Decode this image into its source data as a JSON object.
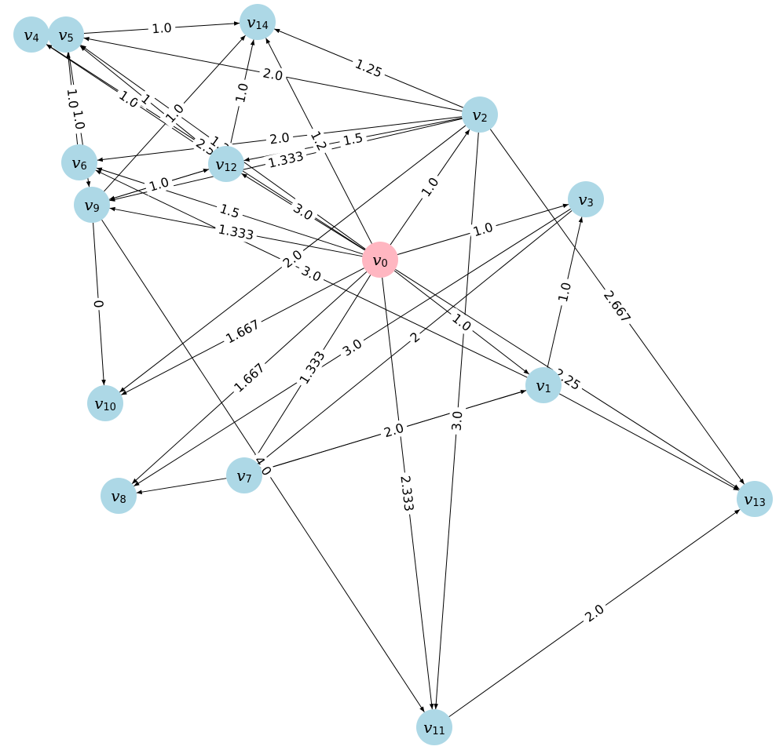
{
  "diagram": {
    "type": "directed-weighted-graph",
    "highlight_color": "#ffb6c1",
    "node_color": "#add8e6",
    "edge_color": "#000000",
    "nodes": [
      {
        "id": "v0",
        "label": "v",
        "sub": "0",
        "highlight": true
      },
      {
        "id": "v1",
        "label": "v",
        "sub": "1"
      },
      {
        "id": "v2",
        "label": "v",
        "sub": "2"
      },
      {
        "id": "v3",
        "label": "v",
        "sub": "3"
      },
      {
        "id": "v4",
        "label": "v",
        "sub": "4"
      },
      {
        "id": "v5",
        "label": "v",
        "sub": "5"
      },
      {
        "id": "v6",
        "label": "v",
        "sub": "6"
      },
      {
        "id": "v7",
        "label": "v",
        "sub": "7"
      },
      {
        "id": "v8",
        "label": "v",
        "sub": "8"
      },
      {
        "id": "v9",
        "label": "v",
        "sub": "9"
      },
      {
        "id": "v10",
        "label": "v",
        "sub": "10"
      },
      {
        "id": "v11",
        "label": "v",
        "sub": "11"
      },
      {
        "id": "v12",
        "label": "v",
        "sub": "12"
      },
      {
        "id": "v13",
        "label": "v",
        "sub": "13"
      },
      {
        "id": "v14",
        "label": "v",
        "sub": "14"
      }
    ],
    "edges": [
      {
        "from": "v0",
        "to": "v1",
        "weight": "1.0"
      },
      {
        "from": "v0",
        "to": "v2",
        "weight": "1.0"
      },
      {
        "from": "v0",
        "to": "v3",
        "weight": "1.0"
      },
      {
        "from": "v0",
        "to": "v4",
        "weight": "2.5"
      },
      {
        "from": "v0",
        "to": "v5",
        "weight": "1.25"
      },
      {
        "from": "v0",
        "to": "v6",
        "weight": "1.5"
      },
      {
        "from": "v0",
        "to": "v7",
        "weight": "1.333"
      },
      {
        "from": "v0",
        "to": "v8",
        "weight": "1.667"
      },
      {
        "from": "v0",
        "to": "v9",
        "weight": "1.333"
      },
      {
        "from": "v0",
        "to": "v10",
        "weight": "1.667"
      },
      {
        "from": "v0",
        "to": "v11",
        "weight": "2.333"
      },
      {
        "from": "v0",
        "to": "v12",
        "weight": "3.0"
      },
      {
        "from": "v0",
        "to": "v13",
        "weight": "2.25"
      },
      {
        "from": "v0",
        "to": "v14",
        "weight": "1.2"
      },
      {
        "from": "v1",
        "to": "v3",
        "weight": "1.0"
      },
      {
        "from": "v1",
        "to": "v7",
        "weight": "1.5"
      },
      {
        "from": "v1",
        "to": "v13",
        "weight": ""
      },
      {
        "from": "v1",
        "to": "v6",
        "weight": "3.0"
      },
      {
        "from": "v2",
        "to": "v14",
        "weight": "1.25"
      },
      {
        "from": "v2",
        "to": "v5",
        "weight": "2.0"
      },
      {
        "from": "v2",
        "to": "v6",
        "weight": "2.0"
      },
      {
        "from": "v2",
        "to": "v12",
        "weight": "1.5"
      },
      {
        "from": "v2",
        "to": "v9",
        "weight": "1.333"
      },
      {
        "from": "v2",
        "to": "v10",
        "weight": "2.0"
      },
      {
        "from": "v2",
        "to": "v11",
        "weight": "3.0"
      },
      {
        "from": "v2",
        "to": "v13",
        "weight": "2.667"
      },
      {
        "from": "v3",
        "to": "v8",
        "weight": "3.0"
      },
      {
        "from": "v3",
        "to": "v7",
        "weight": "2"
      },
      {
        "from": "v5",
        "to": "v14",
        "weight": "1.0"
      },
      {
        "from": "v5",
        "to": "v9",
        "weight": "1.0"
      },
      {
        "from": "v6",
        "to": "v5",
        "weight": "1.0"
      },
      {
        "from": "v7",
        "to": "v8",
        "weight": ""
      },
      {
        "from": "v7",
        "to": "v1",
        "weight": "2.0"
      },
      {
        "from": "v9",
        "to": "v14",
        "weight": "1.0"
      },
      {
        "from": "v9",
        "to": "v12",
        "weight": "1.0"
      },
      {
        "from": "v9",
        "to": "v10",
        "weight": "0"
      },
      {
        "from": "v9",
        "to": "v11",
        "weight": "4.0"
      },
      {
        "from": "v11",
        "to": "v13",
        "weight": "2.0"
      },
      {
        "from": "v12",
        "to": "v14",
        "weight": "1.0"
      },
      {
        "from": "v12",
        "to": "v4",
        "weight": "1.0"
      },
      {
        "from": "v12",
        "to": "v9",
        "weight": "1.0"
      },
      {
        "from": "v12",
        "to": "v5",
        "weight": "1"
      }
    ]
  }
}
